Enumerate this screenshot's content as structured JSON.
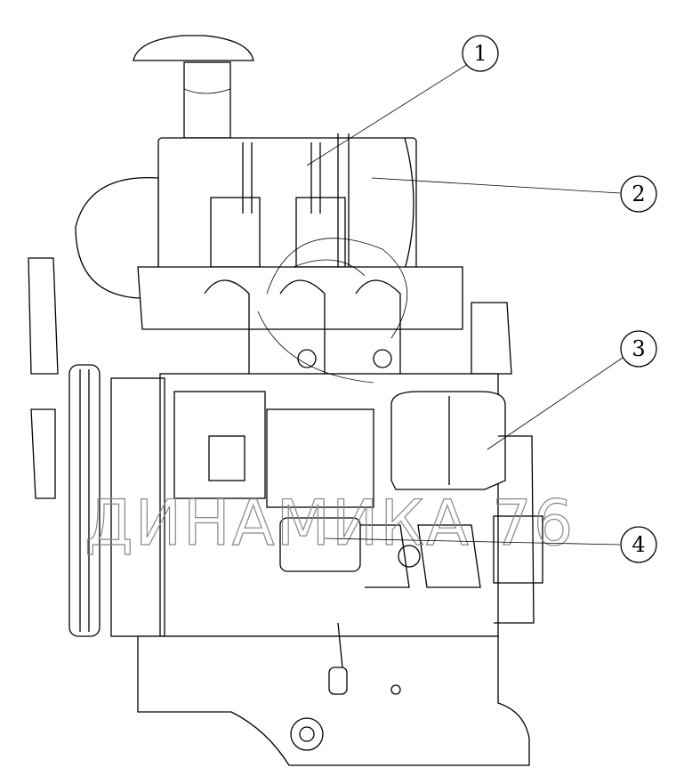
{
  "callouts": [
    {
      "number": "1"
    },
    {
      "number": "2"
    },
    {
      "number": "3"
    },
    {
      "number": "4"
    }
  ],
  "watermark": "ДИНАМИКА 76"
}
